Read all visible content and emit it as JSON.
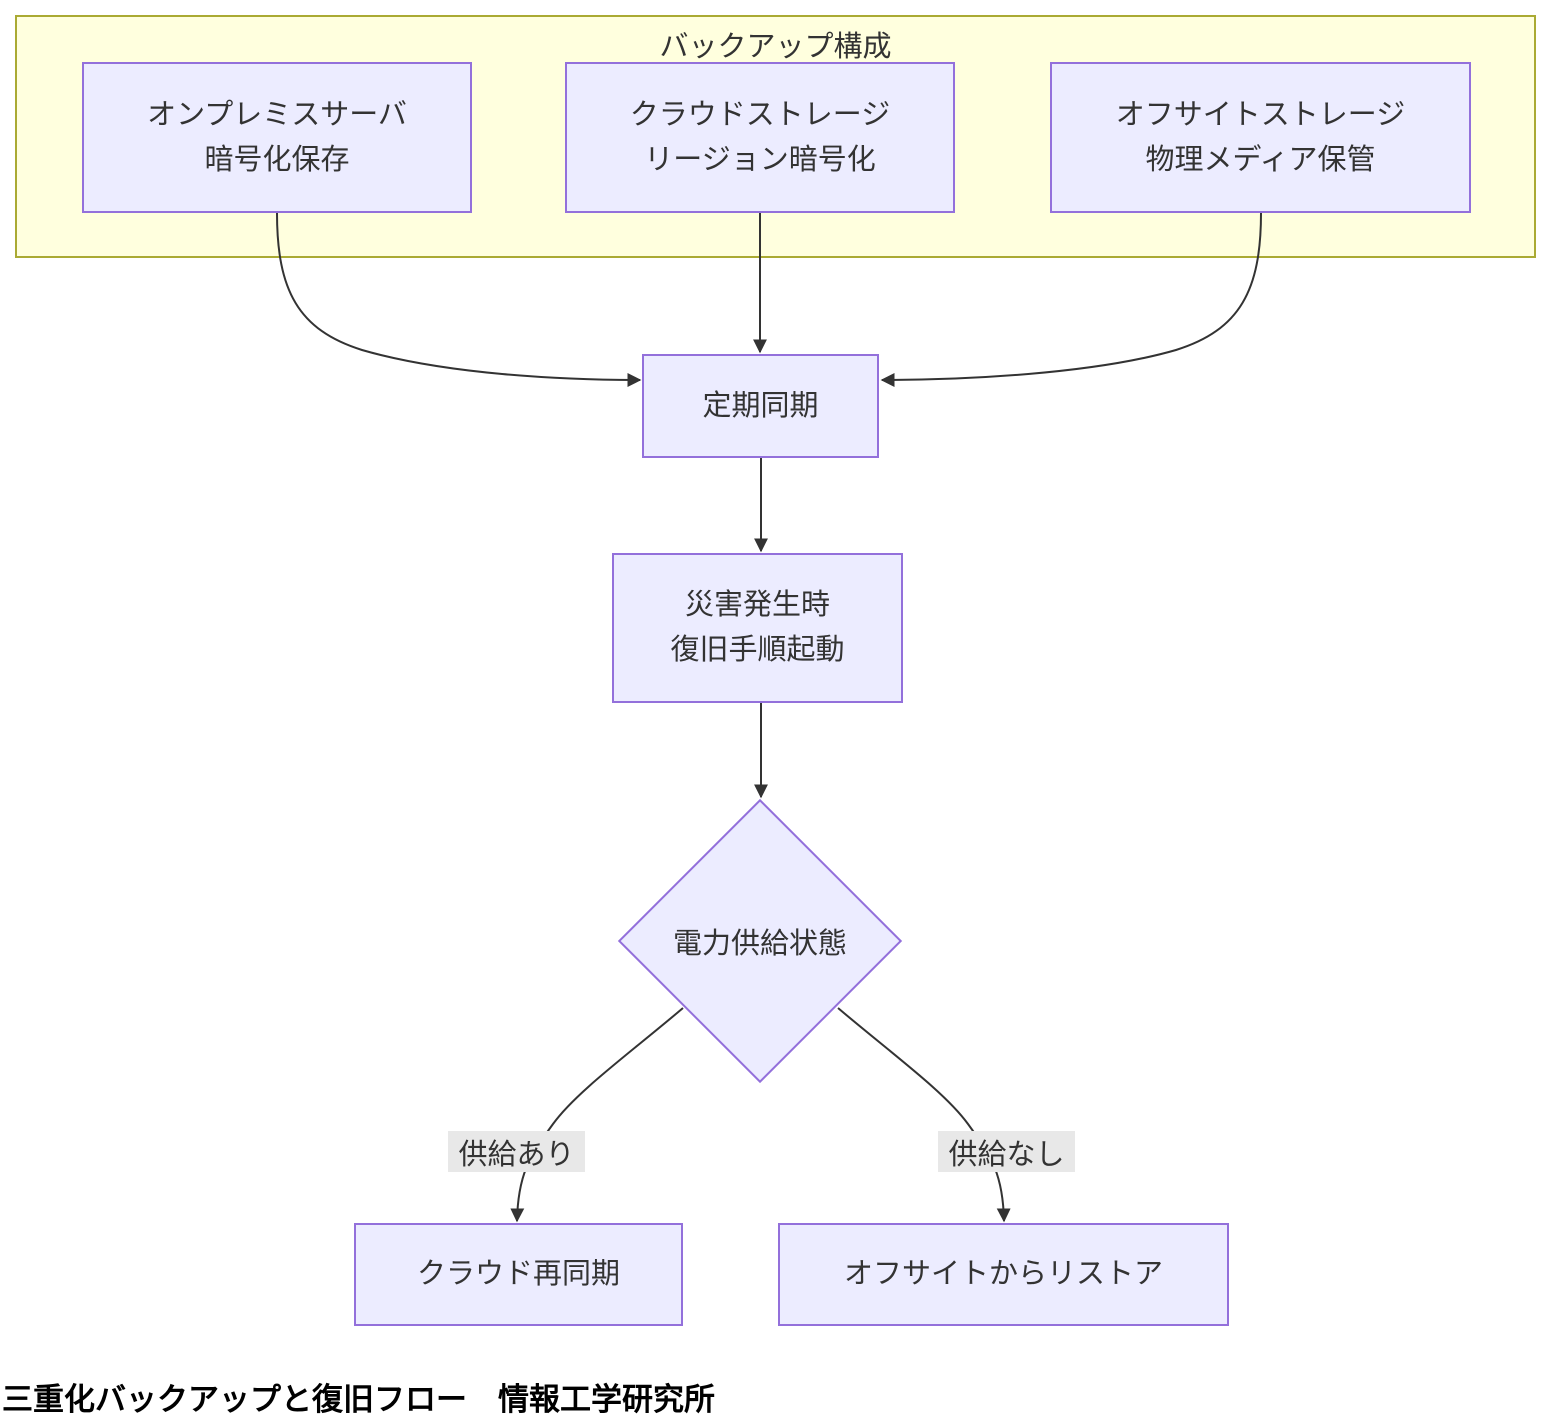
{
  "cluster": {
    "label": "バックアップ構成"
  },
  "nodes": {
    "onprem": {
      "line1": "オンプレミスサーバ",
      "line2": "暗号化保存"
    },
    "cloud": {
      "line1": "クラウドストレージ",
      "line2": "リージョン暗号化"
    },
    "offsite": {
      "line1": "オフサイトストレージ",
      "line2": "物理メディア保管"
    },
    "sync": {
      "label": "定期同期"
    },
    "disaster": {
      "line1": "災害発生時",
      "line2": "復旧手順起動"
    },
    "power": {
      "label": "電力供給状態"
    },
    "resync": {
      "label": "クラウド再同期"
    },
    "restore": {
      "label": "オフサイトからリストア"
    }
  },
  "edge_labels": {
    "yes": "供給あり",
    "no": "供給なし"
  },
  "caption": "三重化バックアップと復旧フロー　情報工学研究所",
  "colors": {
    "node_fill": "#ececff",
    "node_border": "#9370db",
    "cluster_fill": "#ffffde",
    "cluster_border": "#aaaa33",
    "edge_stroke": "#333333",
    "edge_label_bg": "#e8e8e8",
    "text": "#333333",
    "caption_text": "#000000"
  }
}
